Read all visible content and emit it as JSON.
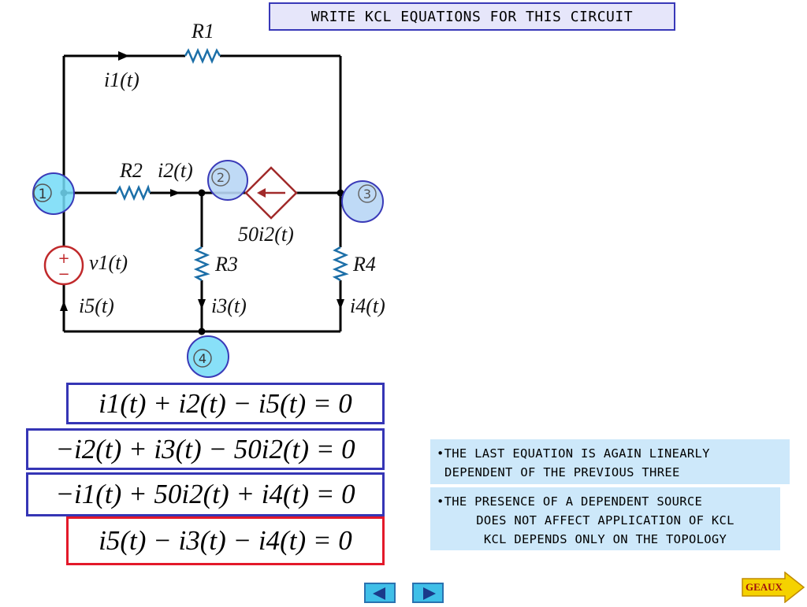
{
  "title": "WRITE KCL EQUATIONS FOR THIS CIRCUIT",
  "circuit": {
    "r1": "R1",
    "r2": "R2",
    "r3": "R3",
    "r4": "R4",
    "i1": "i1(t)",
    "i2": "i2(t)",
    "i3": "i3(t)",
    "i4": "i4(t)",
    "i5": "i5(t)",
    "v1": "v1(t)",
    "dep": "50i2(t)",
    "nodes": [
      "1",
      "2",
      "3",
      "4"
    ]
  },
  "equations": [
    {
      "id": "eq1",
      "text": "i1(t) + i2(t) − i5(t) = 0"
    },
    {
      "id": "eq2",
      "text": "−i2(t) + i3(t) − 50i2(t) = 0"
    },
    {
      "id": "eq3",
      "text": "−i1(t) + 50i2(t) + i4(t) = 0"
    },
    {
      "id": "eq4",
      "text": "i5(t) − i3(t) − i4(t) = 0"
    }
  ],
  "notes": {
    "n1": [
      "•THE LAST EQUATION IS AGAIN LINEARLY",
      "DEPENDENT OF THE PREVIOUS THREE"
    ],
    "n2": [
      "•THE PRESENCE OF A DEPENDENT SOURCE",
      "DOES NOT AFFECT APPLICATION OF KCL",
      "KCL DEPENDS ONLY ON THE TOPOLOGY"
    ]
  },
  "nav": {
    "geaux": "GEAUX"
  },
  "colors": {
    "wire": "#000000",
    "resistor": "#1c6fa8",
    "source": "#c0292b",
    "node_fill": "#73dbf7",
    "node_alt": "#b8d6f5",
    "node_stroke": "#3a3ab8"
  }
}
